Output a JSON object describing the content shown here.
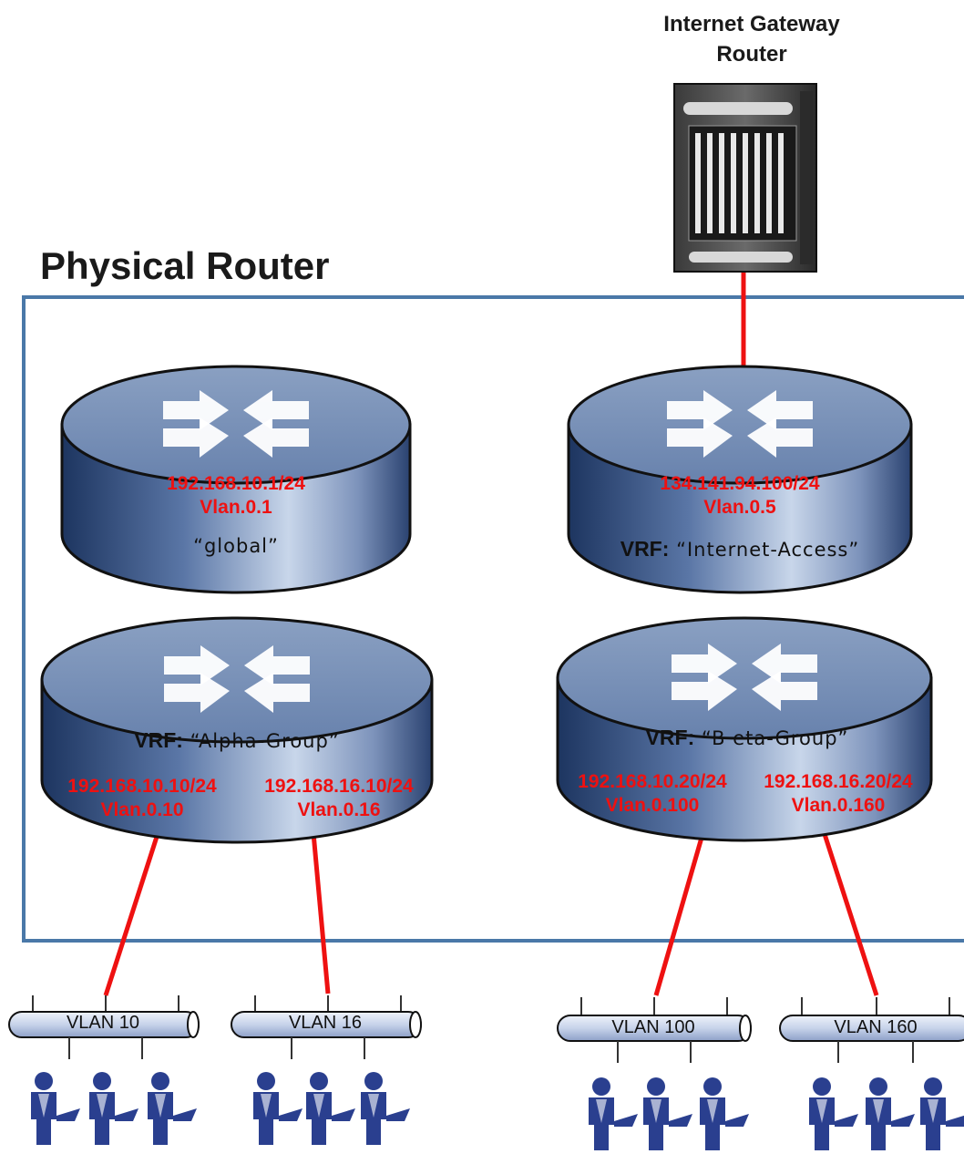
{
  "gateway": {
    "title_line1": "Internet Gateway",
    "title_line2": "Router"
  },
  "physical_router": {
    "title": "Physical Router"
  },
  "routers": {
    "global": {
      "ip": "192.168.10.1/24",
      "vlan": "Vlan.0.1",
      "name": "“global”"
    },
    "internet": {
      "ip": "134.141.94.100/24",
      "vlan": "Vlan.0.5",
      "vrf_prefix": "VRF:",
      "name": "“Internet-Access”"
    },
    "alpha": {
      "vrf_prefix": "VRF:",
      "name": "“Alpha-Group”",
      "left_ip": "192.168.10.10/24",
      "left_vlan": "Vlan.0.10",
      "right_ip": "192.168.16.10/24",
      "right_vlan": "Vlan.0.16"
    },
    "beta": {
      "vrf_prefix": "VRF:",
      "name": "“B eta-Group”",
      "left_ip": "192.168.10.20/24",
      "left_vlan": "Vlan.0.100",
      "right_ip": "192.168.16.20/24",
      "right_vlan": "Vlan.0.160"
    }
  },
  "vlans": [
    "VLAN 10",
    "VLAN 16",
    "VLAN 100",
    "VLAN 160"
  ],
  "colors": {
    "link": "#ee1111",
    "frame": "#4a78a8",
    "label": "#ee1111",
    "user": "#2a3f8f"
  }
}
